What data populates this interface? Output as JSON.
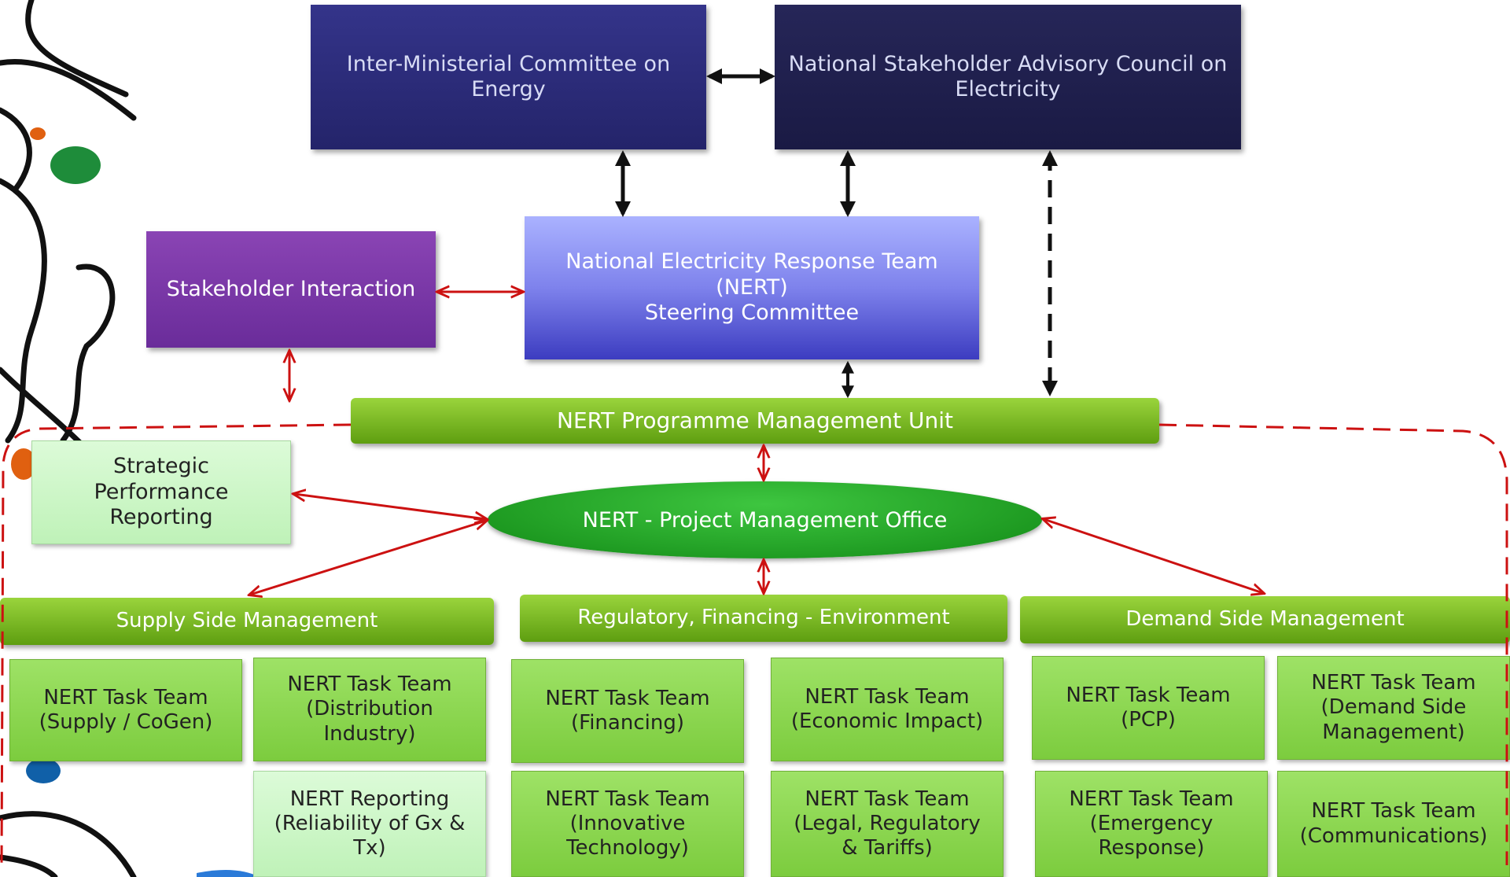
{
  "top": {
    "imce": "Inter-Ministerial Committee on\nEnergy",
    "nsace": "National Stakeholder Advisory Council on\nElectricity"
  },
  "middle": {
    "stakeholder": "Stakeholder Interaction",
    "nert_steering": "National Electricity Response Team\n(NERT)\nSteering Committee"
  },
  "pmu": "NERT Programme Management Unit",
  "strategic": "Strategic\nPerformance\nReporting",
  "pmo": "NERT - Project Management Office",
  "sections": {
    "supply": "Supply Side Management",
    "regulatory": "Regulatory, Financing - Environment",
    "demand": "Demand Side Management"
  },
  "teams": {
    "supply_cogen": "NERT Task Team\n(Supply / CoGen)",
    "distribution": "NERT Task Team\n(Distribution\nIndustry)",
    "reporting": "NERT Reporting\n(Reliability of Gx &\nTx)",
    "financing": "NERT Task Team\n(Financing)",
    "economic": "NERT Task Team\n(Economic Impact)",
    "innovative": "NERT Task Team\n(Innovative\nTechnology)",
    "legal": "NERT Task Team\n(Legal, Regulatory\n& Tariffs)",
    "pcp": "NERT Task Team\n(PCP)",
    "dsm": "NERT Task Team\n(Demand Side\nManagement)",
    "emergency": "NERT Task Team\n(Emergency\nResponse)",
    "communications": "NERT Task Team\n(Communications)"
  },
  "colors": {
    "navy": "#2a2a78",
    "dark_navy": "#1e1e4c",
    "purple": "#7a3aaa",
    "periwinkle": "#8088f0",
    "green_bar": "#7cbc24",
    "task_green": "#8ed852",
    "light_green": "#cff6c8",
    "arrow_red": "#cc1111",
    "arrow_black": "#111111"
  }
}
